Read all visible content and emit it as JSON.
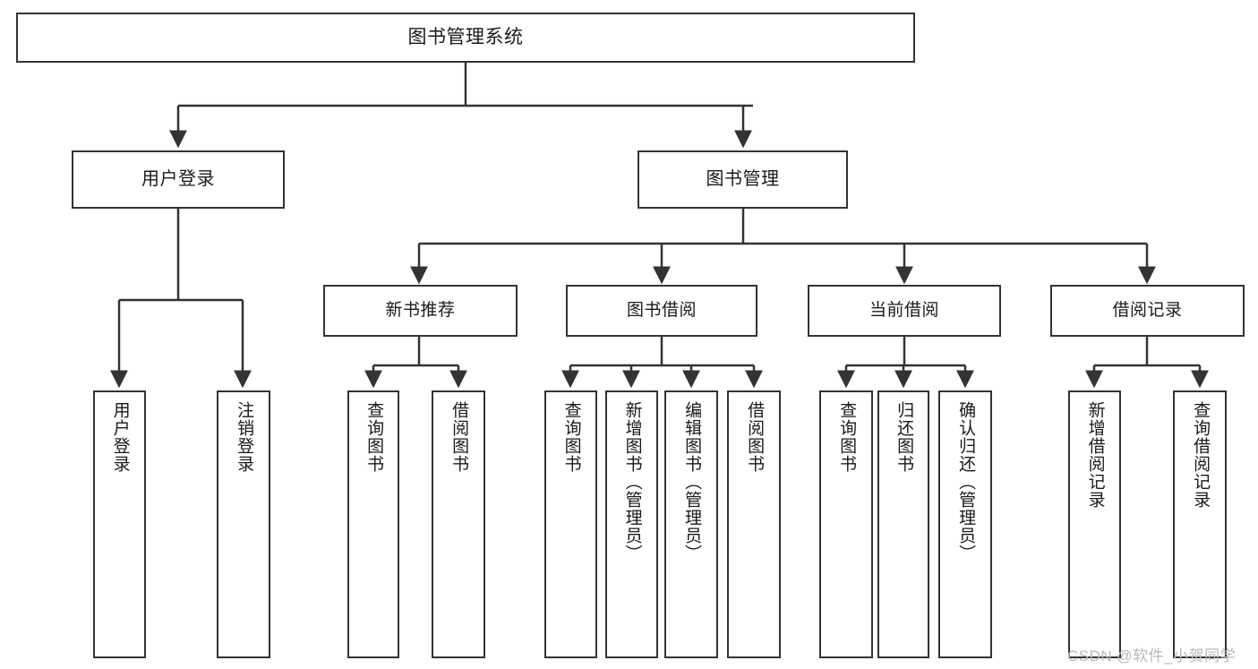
{
  "diagram": {
    "title_node": {
      "label": "图书管理系统"
    },
    "level2": [
      {
        "label": "用户登录"
      },
      {
        "label": "图书管理"
      }
    ],
    "level3": [
      {
        "label": "新书推荐"
      },
      {
        "label": "图书借阅"
      },
      {
        "label": "当前借阅"
      },
      {
        "label": "借阅记录"
      }
    ],
    "leaves": {
      "user_login": [
        {
          "label": "用户登录"
        },
        {
          "label": "注销登录"
        }
      ],
      "new_book_recommend": [
        {
          "label": "查询图书"
        },
        {
          "label": "借阅图书"
        }
      ],
      "book_borrow": [
        {
          "label": "查询图书"
        },
        {
          "label": "新增图书（管理员）"
        },
        {
          "label": "编辑图书（管理员）"
        },
        {
          "label": "借阅图书"
        }
      ],
      "current_borrow": [
        {
          "label": "查询图书"
        },
        {
          "label": "归还图书"
        },
        {
          "label": "确认归还（管理员）"
        }
      ],
      "borrow_record": [
        {
          "label": "新增借阅记录"
        },
        {
          "label": "查询借阅记录"
        }
      ]
    },
    "watermark": {
      "text": "CSDN @软件_小贺同学"
    },
    "colors": {
      "border": "#333333",
      "text": "#1a1a1a",
      "background": "#ffffff",
      "watermark": "#b9b9b9"
    }
  }
}
